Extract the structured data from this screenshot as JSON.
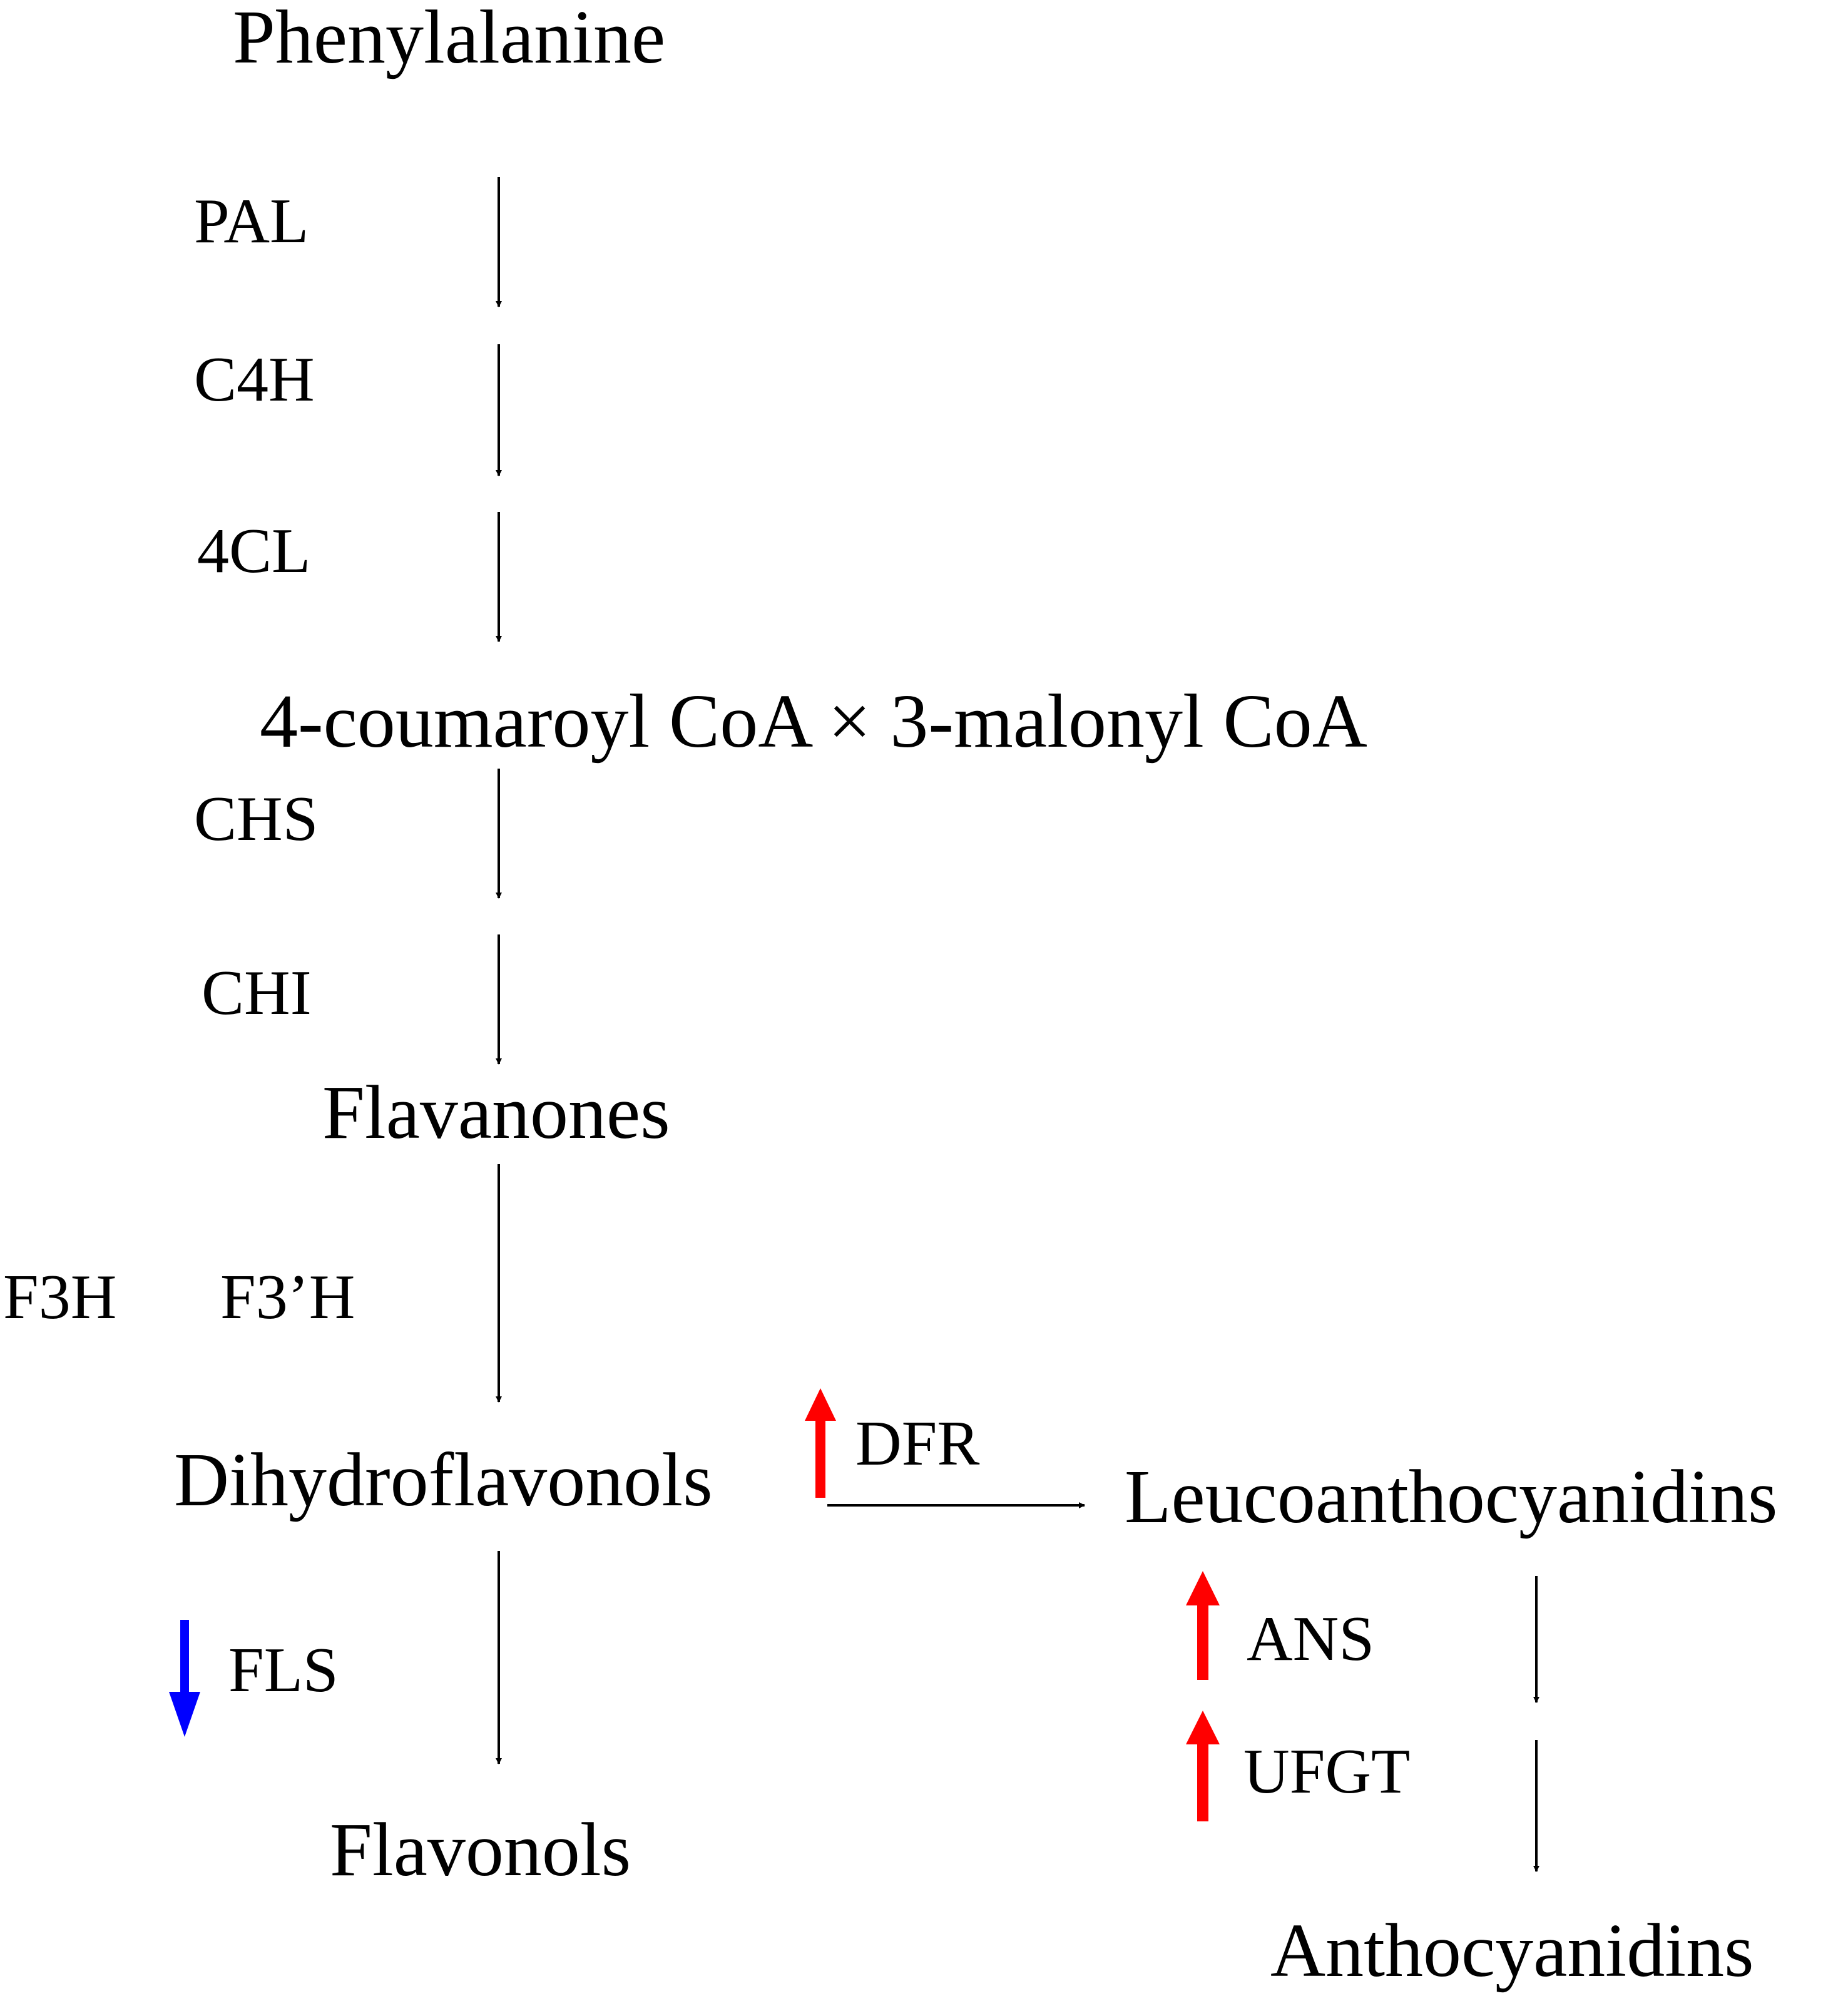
{
  "compounds": {
    "phenylalanine": "Phenylalanine",
    "coa_precursors": "4-coumaroyl CoA × 3-malonyl CoA",
    "flavanones": "Flavanones",
    "dihydroflavonols": "Dihydroflavonols",
    "leucoanthocyanidins": "Leucoanthocyanidins",
    "flavonols": "Flavonols",
    "anthocyanidins": "Anthocyanidins"
  },
  "enzymes": {
    "pal": "PAL",
    "c4h": "C4H",
    "fourcl": "4CL",
    "chs": "CHS",
    "chi": "CHI",
    "f3h": "F3H",
    "f3prime_h": "F3’H",
    "dfr": "DFR",
    "fls": "FLS",
    "ans": "ANS",
    "ufgt": "UFGT"
  },
  "regulation": {
    "dfr": "up",
    "ans": "up",
    "ufgt": "up",
    "fls": "down"
  },
  "colors": {
    "up_arrow": "#ff0000",
    "down_arrow": "#0000ff",
    "pathway_arrow": "#000000"
  }
}
